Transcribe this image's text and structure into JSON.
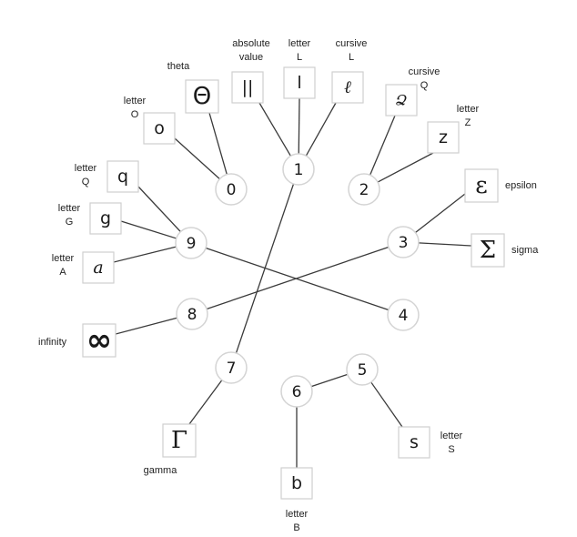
{
  "nodes": [
    {
      "id": "n0",
      "digit": "0"
    },
    {
      "id": "n1",
      "digit": "1"
    },
    {
      "id": "n2",
      "digit": "2"
    },
    {
      "id": "n3",
      "digit": "3"
    },
    {
      "id": "n4",
      "digit": "4"
    },
    {
      "id": "n5",
      "digit": "5"
    },
    {
      "id": "n6",
      "digit": "6"
    },
    {
      "id": "n7",
      "digit": "7"
    },
    {
      "id": "n8",
      "digit": "8"
    },
    {
      "id": "n9",
      "digit": "9"
    }
  ],
  "symbols": [
    {
      "id": "abs",
      "glyph": "||",
      "label": [
        "absolute",
        "value"
      ]
    },
    {
      "id": "letterL",
      "glyph": "l",
      "label": [
        "letter",
        "L"
      ]
    },
    {
      "id": "cursiveL",
      "glyph": "ℓ",
      "label": [
        "cursive",
        "L"
      ]
    },
    {
      "id": "theta",
      "glyph": "Θ",
      "label": [
        "theta"
      ]
    },
    {
      "id": "letterO",
      "glyph": "o",
      "label": [
        "letter",
        "O"
      ]
    },
    {
      "id": "cursiveQ",
      "glyph": "Ձ",
      "label": [
        "cursive",
        "Q"
      ]
    },
    {
      "id": "letterZ",
      "glyph": "z",
      "label": [
        "letter",
        "Z"
      ]
    },
    {
      "id": "letterQ",
      "glyph": "q",
      "label": [
        "letter",
        "Q"
      ]
    },
    {
      "id": "letterG",
      "glyph": "g",
      "label": [
        "letter",
        "G"
      ]
    },
    {
      "id": "letterA",
      "glyph": "a",
      "label": [
        "letter",
        "A"
      ]
    },
    {
      "id": "epsilon",
      "glyph": "ε",
      "label": [
        "epsilon"
      ]
    },
    {
      "id": "sigma",
      "glyph": "Σ",
      "label": [
        "sigma"
      ]
    },
    {
      "id": "infinity",
      "glyph": "∞",
      "label": [
        "infinity"
      ]
    },
    {
      "id": "gamma",
      "glyph": "Γ",
      "label": [
        "gamma"
      ]
    },
    {
      "id": "letterS",
      "glyph": "s",
      "label": [
        "letter",
        "S"
      ]
    },
    {
      "id": "letterB",
      "glyph": "b",
      "label": [
        "letter",
        "B"
      ]
    }
  ],
  "edges": [
    [
      "n1",
      "abs"
    ],
    [
      "n1",
      "letterL"
    ],
    [
      "n1",
      "cursiveL"
    ],
    [
      "n1",
      "n7"
    ],
    [
      "n0",
      "theta"
    ],
    [
      "n0",
      "letterO"
    ],
    [
      "n2",
      "cursiveQ"
    ],
    [
      "n2",
      "letterZ"
    ],
    [
      "n9",
      "letterQ"
    ],
    [
      "n9",
      "letterG"
    ],
    [
      "n9",
      "letterA"
    ],
    [
      "n9",
      "n4"
    ],
    [
      "n3",
      "epsilon"
    ],
    [
      "n3",
      "sigma"
    ],
    [
      "n3",
      "n8"
    ],
    [
      "n8",
      "infinity"
    ],
    [
      "n7",
      "gamma"
    ],
    [
      "n5",
      "n6"
    ],
    [
      "n5",
      "letterS"
    ],
    [
      "n6",
      "letterB"
    ]
  ]
}
